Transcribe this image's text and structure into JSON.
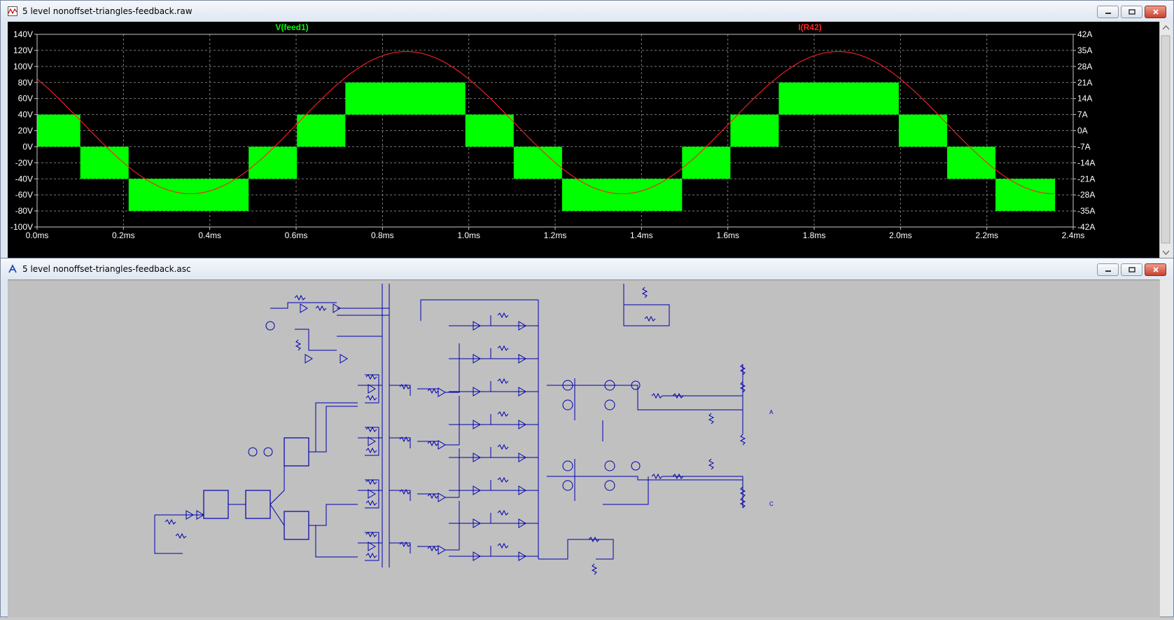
{
  "waveform_window": {
    "title": "5 level nonoffset-triangles-feedback.raw",
    "icon": "waveform-icon",
    "trace_labels": {
      "voltage": "V(feed1)",
      "current": "I(R42)"
    },
    "colors": {
      "voltage": "#00ff00",
      "current": "#ff2020",
      "axis_text": "#ffffff",
      "grid": "#7a7a7a",
      "background": "#000000"
    },
    "chart_data": {
      "type": "line",
      "x_ticks": [
        "0.0ms",
        "0.2ms",
        "0.4ms",
        "0.6ms",
        "0.8ms",
        "1.0ms",
        "1.2ms",
        "1.4ms",
        "1.6ms",
        "1.8ms",
        "2.0ms",
        "2.2ms",
        "2.4ms"
      ],
      "xlim": [
        0,
        2.4
      ],
      "y_left_ticks": [
        "140V",
        "120V",
        "100V",
        "80V",
        "60V",
        "40V",
        "20V",
        "0V",
        "-20V",
        "-40V",
        "-60V",
        "-80V",
        "-100V"
      ],
      "ylim_left": [
        -100,
        140
      ],
      "y_right_ticks": [
        "42A",
        "35A",
        "28A",
        "21A",
        "14A",
        "7A",
        "0A",
        "-7A",
        "-14A",
        "-21A",
        "-28A",
        "-35A",
        "-42A"
      ],
      "ylim_right": [
        -42,
        42
      ],
      "grid": true,
      "series": [
        {
          "name": "V(feed1)",
          "axis": "left",
          "kind": "pwm-band",
          "segments": [
            {
              "t0": 0.0,
              "t1": 0.1,
              "lo": 0,
              "hi": 40
            },
            {
              "t0": 0.1,
              "t1": 0.212,
              "lo": -40,
              "hi": 0
            },
            {
              "t0": 0.212,
              "t1": 0.49,
              "lo": -80,
              "hi": -40
            },
            {
              "t0": 0.49,
              "t1": 0.602,
              "lo": -40,
              "hi": 0
            },
            {
              "t0": 0.602,
              "t1": 0.714,
              "lo": 0,
              "hi": 40
            },
            {
              "t0": 0.714,
              "t1": 0.992,
              "lo": 40,
              "hi": 80
            },
            {
              "t0": 0.992,
              "t1": 1.104,
              "lo": 0,
              "hi": 40
            },
            {
              "t0": 1.104,
              "t1": 1.216,
              "lo": -40,
              "hi": 0
            },
            {
              "t0": 1.216,
              "t1": 1.494,
              "lo": -80,
              "hi": -40
            },
            {
              "t0": 1.494,
              "t1": 1.606,
              "lo": -40,
              "hi": 0
            },
            {
              "t0": 1.606,
              "t1": 1.718,
              "lo": 0,
              "hi": 40
            },
            {
              "t0": 1.718,
              "t1": 1.996,
              "lo": 40,
              "hi": 80
            },
            {
              "t0": 1.996,
              "t1": 2.108,
              "lo": 0,
              "hi": 40
            },
            {
              "t0": 2.108,
              "t1": 2.22,
              "lo": -40,
              "hi": 0
            },
            {
              "t0": 2.22,
              "t1": 2.358,
              "lo": -80,
              "hi": -40
            }
          ]
        },
        {
          "name": "I(R42)",
          "axis": "right",
          "kind": "sine",
          "amplitude": 31,
          "offset": 3.5,
          "period_ms": 1.0,
          "peak_ms": 0.855,
          "t_end": 2.358
        }
      ]
    }
  },
  "schematic_window": {
    "title": "5 level nonoffset-triangles-feedback.asc",
    "icon": "schematic-icon",
    "colors": {
      "wire": "#0000b0",
      "background": "#c0c0c0"
    },
    "node_labels": {
      "a": "A",
      "c": "C"
    }
  }
}
